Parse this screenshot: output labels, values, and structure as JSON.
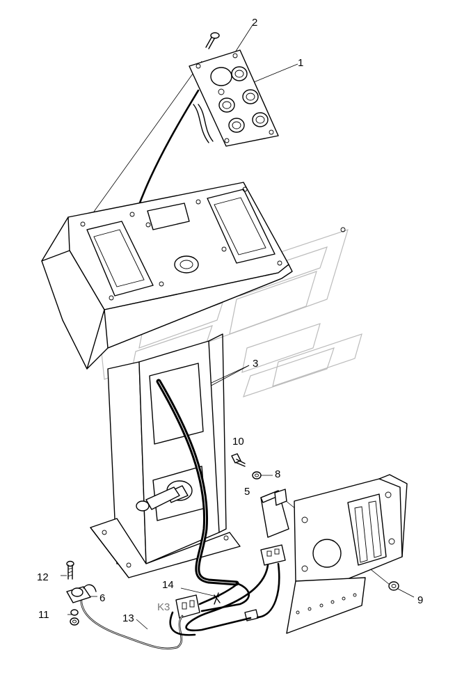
{
  "callouts": [
    {
      "id": "1",
      "label": "1"
    },
    {
      "id": "2",
      "label": "2"
    },
    {
      "id": "3",
      "label": "3"
    },
    {
      "id": "5",
      "label": "5"
    },
    {
      "id": "6",
      "label": "6"
    },
    {
      "id": "8",
      "label": "8"
    },
    {
      "id": "9",
      "label": "9"
    },
    {
      "id": "10",
      "label": "10"
    },
    {
      "id": "11",
      "label": "11"
    },
    {
      "id": "12",
      "label": "12"
    },
    {
      "id": "13",
      "label": "13"
    },
    {
      "id": "14",
      "label": "14"
    }
  ],
  "connector_label": "K3",
  "colors": {
    "line": "#000000",
    "watermark": "#bbbbbb",
    "background": "#ffffff"
  }
}
